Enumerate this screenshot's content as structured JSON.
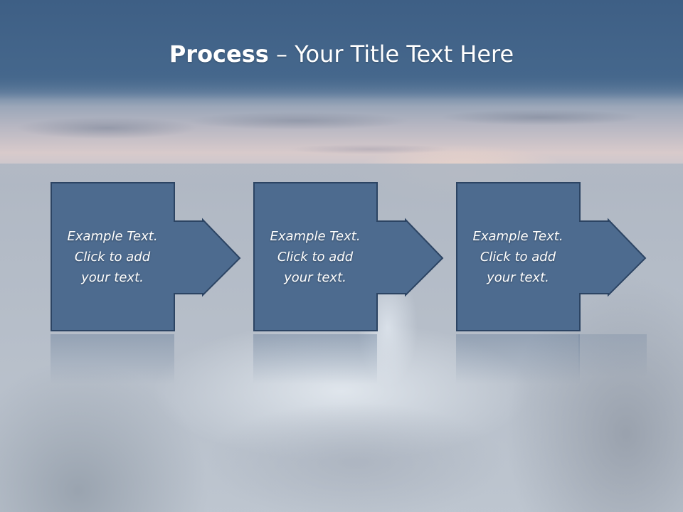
{
  "title": {
    "bold": "Process",
    "rest": " – Your Title Text Here"
  },
  "steps": [
    {
      "line1": "Example Text.",
      "line2": "Click  to add",
      "line3": "your text."
    },
    {
      "line1": "Example Text.",
      "line2": "Click  to add",
      "line3": "your text."
    },
    {
      "line1": "Example Text.",
      "line2": "Click  to add",
      "line3": "your text."
    }
  ],
  "colors": {
    "box_fill": "#4d6b8f",
    "box_border": "#2c4463",
    "title_band": "#45678c",
    "text": "#ffffff"
  }
}
